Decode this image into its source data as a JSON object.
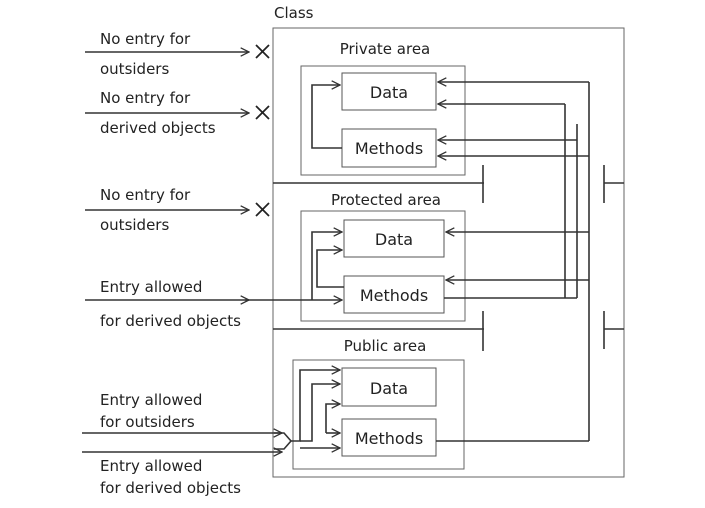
{
  "class_title": "Class",
  "areas": {
    "private": {
      "title": "Private area",
      "data": "Data",
      "methods": "Methods"
    },
    "protected": {
      "title": "Protected area",
      "data": "Data",
      "methods": "Methods"
    },
    "public": {
      "title": "Public area",
      "data": "Data",
      "methods": "Methods"
    }
  },
  "labels": {
    "l1a": "No entry for",
    "l1b": "outsiders",
    "l2a": "No entry for",
    "l2b": "derived objects",
    "l3a": "No entry for",
    "l3b": "outsiders",
    "l4a": "Entry allowed",
    "l4b": "for derived objects",
    "l5a": "Entry allowed",
    "l5b": "for outsiders",
    "l6a": "Entry allowed",
    "l6b": "for derived objects"
  },
  "colors": {
    "line": "#333333",
    "box_border": "#555555",
    "frame": "#666666"
  }
}
